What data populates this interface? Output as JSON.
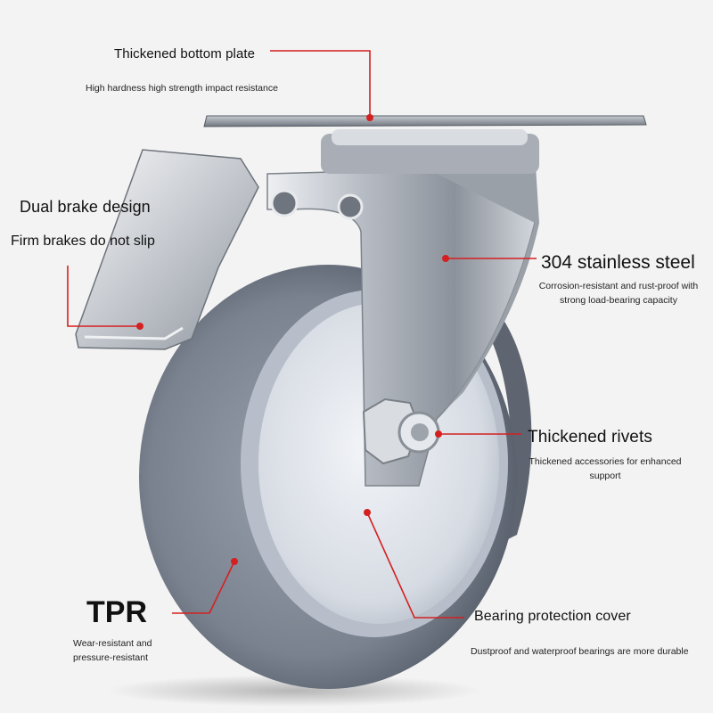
{
  "colors": {
    "background": "#f3f3f3",
    "accent_line": "#d42020",
    "wheel_tire": "#7d8592",
    "hub": "#dde2ea",
    "steel": "#c9ced6"
  },
  "product": {
    "name": "swivel-caster-wheel-with-brake",
    "icon": "caster-wheel-illustration"
  },
  "callouts": {
    "bottom_plate": {
      "title": "Thickened bottom plate",
      "desc": "High hardness high strength impact resistance"
    },
    "brake": {
      "title": "Dual brake design",
      "desc": "Firm brakes do not slip"
    },
    "steel": {
      "title": "304 stainless steel",
      "desc_line1": "Corrosion-resistant and rust-proof with",
      "desc_line2": "strong load-bearing capacity"
    },
    "rivets": {
      "title": "Thickened rivets",
      "desc_line1": "Thickened accessories for enhanced",
      "desc_line2": "support"
    },
    "tpr": {
      "title": "TPR",
      "desc_line1": "Wear-resistant and",
      "desc_line2": "pressure-resistant"
    },
    "cover": {
      "title": "Bearing protection cover",
      "desc": "Dustproof and waterproof bearings are more durable"
    }
  }
}
